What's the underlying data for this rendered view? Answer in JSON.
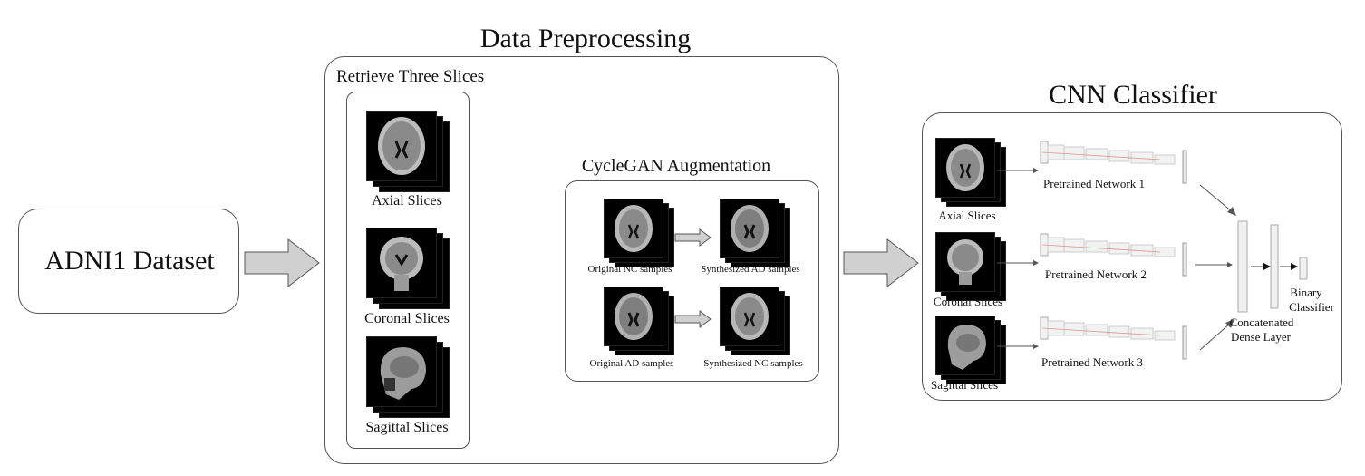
{
  "dataset": {
    "label": "ADNI1 Dataset"
  },
  "preprocessing": {
    "title": "Data Preprocessing",
    "retrieve": {
      "title": "Retrieve Three Slices",
      "slices": [
        "Axial Slices",
        "Coronal Slices",
        "Sagittal Slices"
      ]
    },
    "cyclegan": {
      "title": "CycleGAN Augmentation",
      "nc_original": "Original NC samples",
      "ad_synth": "Synthesized AD samples",
      "ad_original": "Original AD samples",
      "nc_synth": "Synthesized NC samples"
    }
  },
  "classifier": {
    "title": "CNN Classifier",
    "slices": [
      "Axial Slices",
      "Coronal Slices",
      "Sagittal Slices"
    ],
    "networks": [
      "Pretrained Network 1",
      "Pretrained Network 2",
      "Pretrained Network 3"
    ],
    "concat_label_1": "Concatenated",
    "concat_label_2": "Dense Layer",
    "binary_label_1": "Binary",
    "binary_label_2": "Classifier"
  }
}
